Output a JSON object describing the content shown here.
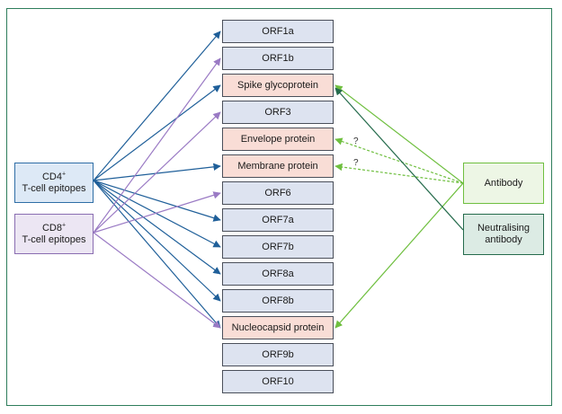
{
  "orfs": [
    {
      "label": "ORF1a"
    },
    {
      "label": "ORF1b"
    },
    {
      "label": "Spike glycoprotein"
    },
    {
      "label": "ORF3"
    },
    {
      "label": "Envelope protein"
    },
    {
      "label": "Membrane protein"
    },
    {
      "label": "ORF6"
    },
    {
      "label": "ORF7a"
    },
    {
      "label": "ORF7b"
    },
    {
      "label": "ORF8a"
    },
    {
      "label": "ORF8b"
    },
    {
      "label": "Nucleocapsid protein"
    },
    {
      "label": "ORF9b"
    },
    {
      "label": "ORF10"
    }
  ],
  "left": {
    "cd4": {
      "name": "CD4",
      "sup": "+",
      "line2": "T-cell epitopes"
    },
    "cd8": {
      "name": "CD8",
      "sup": "+",
      "line2": "T-cell epitopes"
    }
  },
  "right": {
    "antibody": {
      "label": "Antibody"
    },
    "neutralising": {
      "line1": "Neutralising",
      "line2": "antibody"
    }
  },
  "question_marks": [
    "?",
    "?"
  ],
  "colors": {
    "cd4_arrow": "#1f5f99",
    "cd8_arrow": "#9a7ac4",
    "antibody_arrow": "#6fbf3f",
    "neutralising_arrow": "#256b4c",
    "orf_fill": "#dde3f0",
    "highlight_fill": "#f9ddd6"
  }
}
